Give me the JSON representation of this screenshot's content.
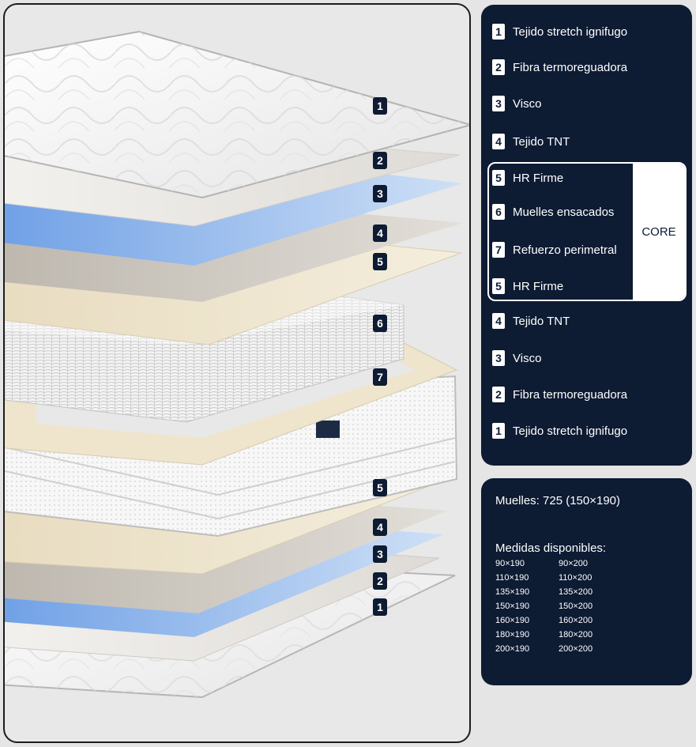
{
  "diagram_markers": [
    {
      "label": "1"
    },
    {
      "label": "2"
    },
    {
      "label": "3"
    },
    {
      "label": "4"
    },
    {
      "label": "5"
    },
    {
      "label": "6"
    },
    {
      "label": "7"
    },
    {
      "label": "5"
    },
    {
      "label": "4"
    },
    {
      "label": "3"
    },
    {
      "label": "2"
    },
    {
      "label": "1"
    }
  ],
  "layers": [
    {
      "num": "1",
      "name": "Tejido stretch ignifugo"
    },
    {
      "num": "2",
      "name": "Fibra termoreguadora"
    },
    {
      "num": "3",
      "name": "Visco"
    },
    {
      "num": "4",
      "name": "Tejido TNT"
    },
    {
      "num": "5",
      "name": "HR Firme"
    },
    {
      "num": "6",
      "name": "Muelles ensacados"
    },
    {
      "num": "7",
      "name": "Refuerzo perimetral"
    },
    {
      "num": "5",
      "name": "HR Firme"
    },
    {
      "num": "4",
      "name": "Tejido TNT"
    },
    {
      "num": "3",
      "name": "Visco"
    },
    {
      "num": "2",
      "name": "Fibra termoreguadora"
    },
    {
      "num": "1",
      "name": "Tejido stretch ignifugo"
    }
  ],
  "core_label": "CORE",
  "info": {
    "springs": "Muelles: 725 (150×190)",
    "sizes_title": "Medidas disponibles:",
    "sizes": [
      "90×190",
      "90×200",
      "110×190",
      "110×200",
      "135×190",
      "135×200",
      "150×190",
      "150×200",
      "160×190",
      "160×200",
      "180×190",
      "180×200",
      "200×190",
      "200×200"
    ]
  },
  "colors": {
    "navy": "#0d1b33",
    "visco_blue": "#8fb4e6",
    "foam_cream": "#efe6cf",
    "tnt_grey": "#cfcac3"
  }
}
